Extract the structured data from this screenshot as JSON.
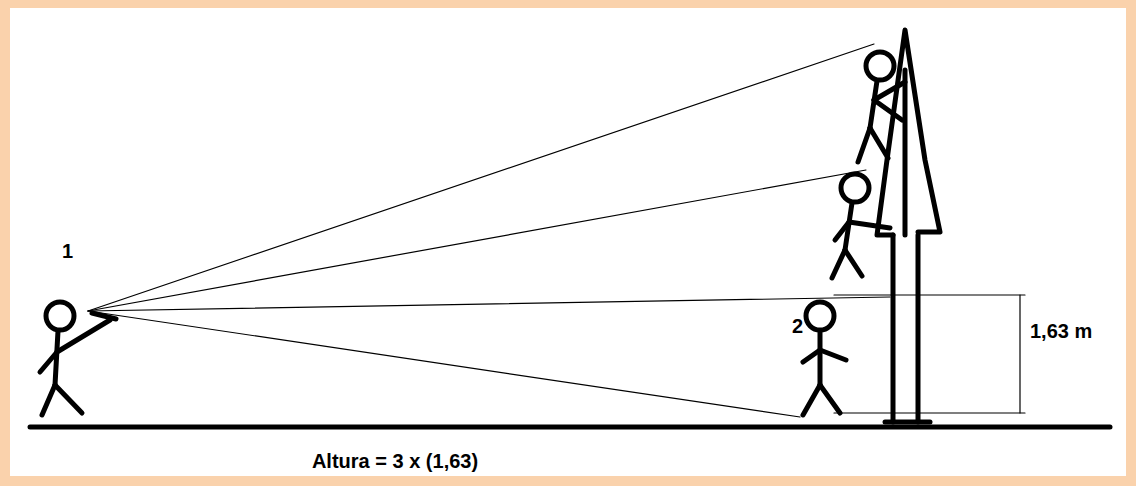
{
  "diagram": {
    "labels": [
      "1",
      "2",
      "1,63 m",
      "Altura = 3 x (1,63)"
    ]
  }
}
